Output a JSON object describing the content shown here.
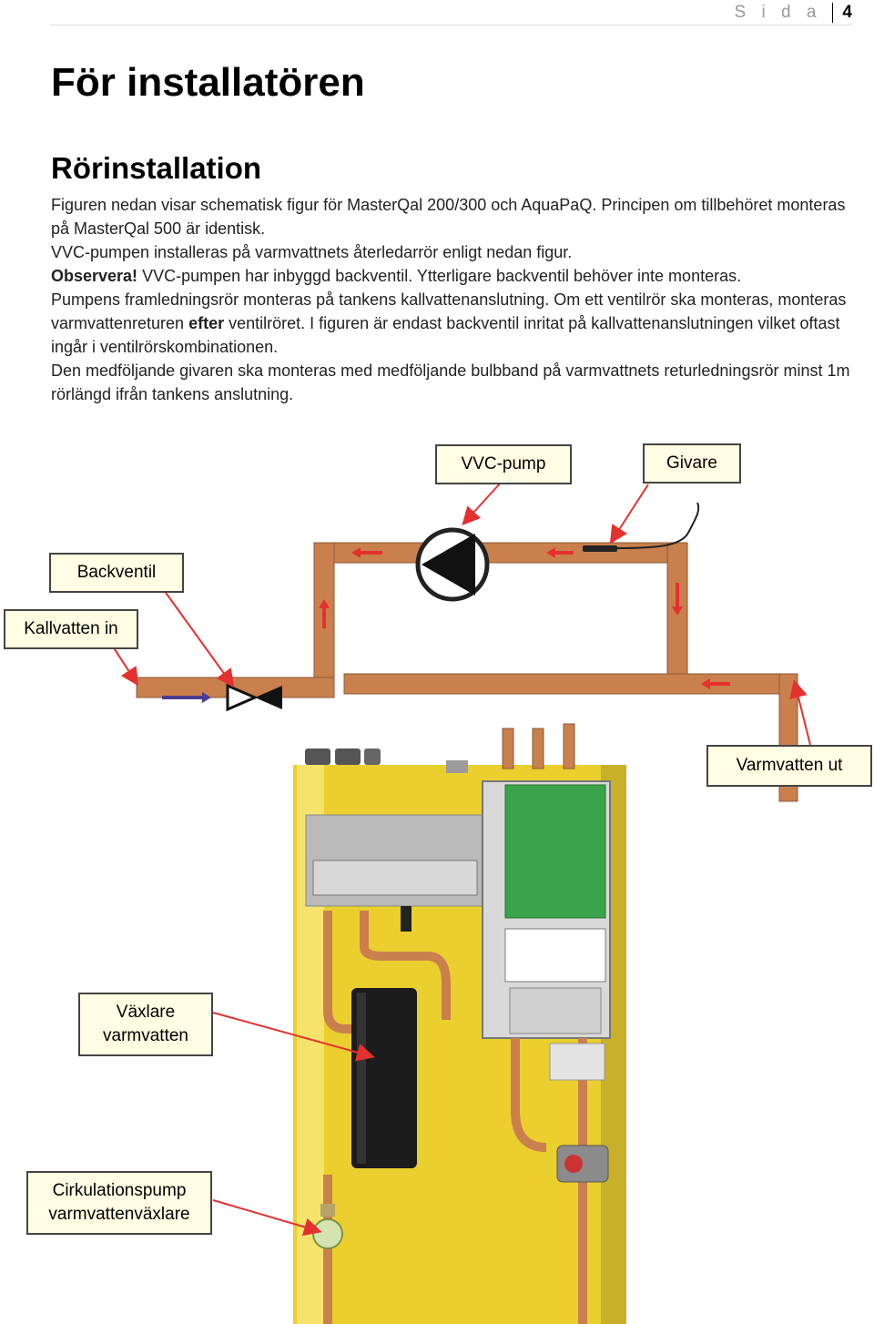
{
  "header": {
    "page_word": "S i d a",
    "page_number": "4"
  },
  "title": "För installatören",
  "section": "Rörinstallation",
  "text": {
    "p1": "Figuren nedan visar schematisk figur för MasterQal 200/300 och AquaPaQ. Principen om tillbehöret monteras på MasterQal 500 är identisk.",
    "p2": "VVC-pumpen installeras på varmvattnets återledarrör enligt nedan figur.",
    "p3_bold": "Observera!",
    "p3_rest": " VVC-pumpen har inbyggd backventil. Ytterligare backventil behöver inte monteras.",
    "p4_a": "Pumpens framledningsrör monteras på tankens kallvattenanslutning. Om ett ventilrör ska monteras, monteras varmvattenreturen ",
    "p4_bold": "efter",
    "p4_b": " ventilröret. I figuren är endast backventil inritat på kallvattenanslutningen vilket oftast ingår i ventilrörskombinationen.",
    "p5": "Den medföljande givaren ska monteras med medföljande bulbband på varmvattnets returledningsrör minst 1m rörlängd ifrån tankens anslutning."
  },
  "labels": {
    "vvc_pump": "VVC-pump",
    "givare": "Givare",
    "backventil": "Backventil",
    "kallvatten_in": "Kallvatten in",
    "varmvatten_ut": "Varmvatten ut",
    "vaxlare_line1": "Växlare",
    "vaxlare_line2": "varmvatten",
    "cirk_line1": "Cirkulationspump",
    "cirk_line2": "varmvattenväxlare"
  },
  "colors": {
    "pipe": "#c9804d",
    "tank": "#f3dc3a",
    "arrow_red": "#e53030",
    "arrow_blue": "#4a3d8f",
    "board_green": "#3aa44a"
  }
}
